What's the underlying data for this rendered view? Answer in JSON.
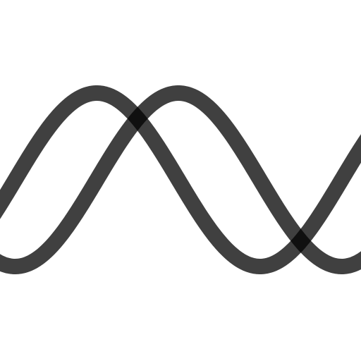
{
  "graphic": {
    "name": "two-crossing-sine-waves",
    "stroke_color": "#000000",
    "stroke_opacity": 0.75,
    "background": "#ffffff",
    "waves": [
      {
        "name": "leading-wave",
        "phase_deg": 0
      },
      {
        "name": "lagging-wave",
        "phase_deg": -90
      }
    ]
  }
}
